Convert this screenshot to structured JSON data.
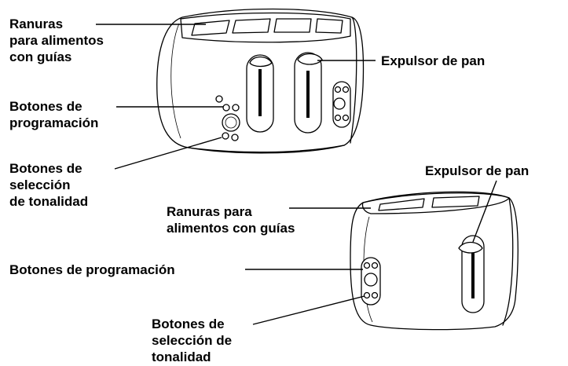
{
  "labels": {
    "top_slots": "Ranuras\npara alimentos\ncon guías",
    "top_lever": "Expulsor de pan",
    "top_program": "Botones de\nprogramación",
    "top_shade": "Botones de\nselección\nde tonalidad",
    "bottom_lever": "Expulsor de pan",
    "bottom_slots": "Ranuras para\nalimentos con guías",
    "bottom_program": "Botones de programación",
    "bottom_shade": "Botones de\nselección de\ntonalidad"
  }
}
